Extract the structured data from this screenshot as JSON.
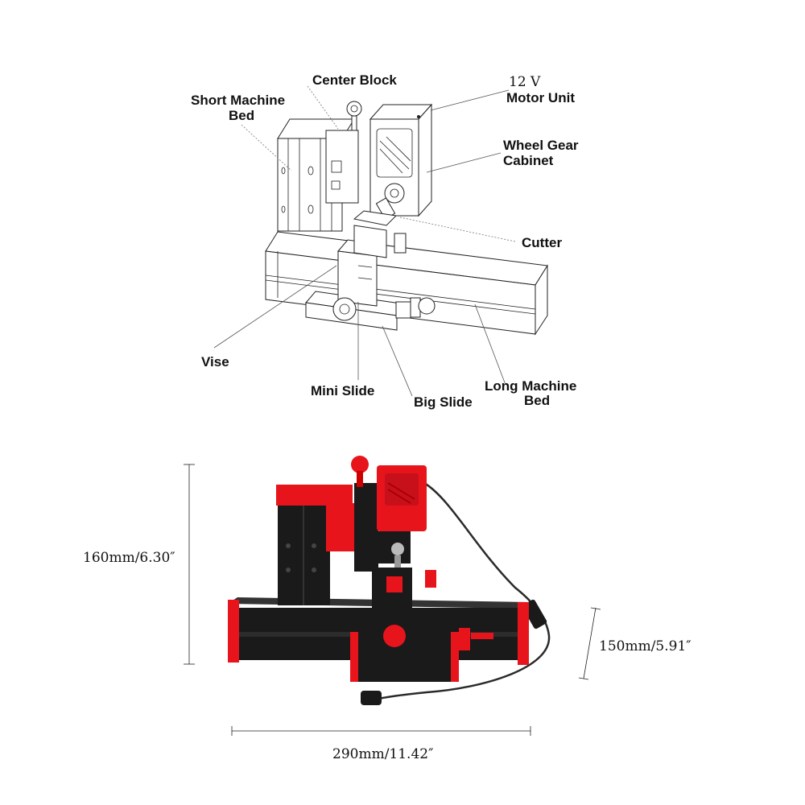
{
  "diagram": {
    "labels": {
      "center_block": "Center Block",
      "motor_voltage": "12 V",
      "motor_unit": "Motor Unit",
      "short_bed_1": "Short Machine",
      "short_bed_2": "Bed",
      "wheel_gear_1": "Wheel Gear",
      "wheel_gear_2": "Cabinet",
      "cutter": "Cutter",
      "vise": "Vise",
      "mini_slide": "Mini Slide",
      "big_slide": "Big Slide",
      "long_bed_1": "Long Machine",
      "long_bed_2": "Bed"
    }
  },
  "dimensions": {
    "height": "160mm/6.30″",
    "depth": "150mm/5.91″",
    "width": "290mm/11.42″"
  },
  "colors": {
    "machine_red": "#e8141c",
    "machine_black": "#1a1a1a",
    "line_art": "#222222"
  }
}
